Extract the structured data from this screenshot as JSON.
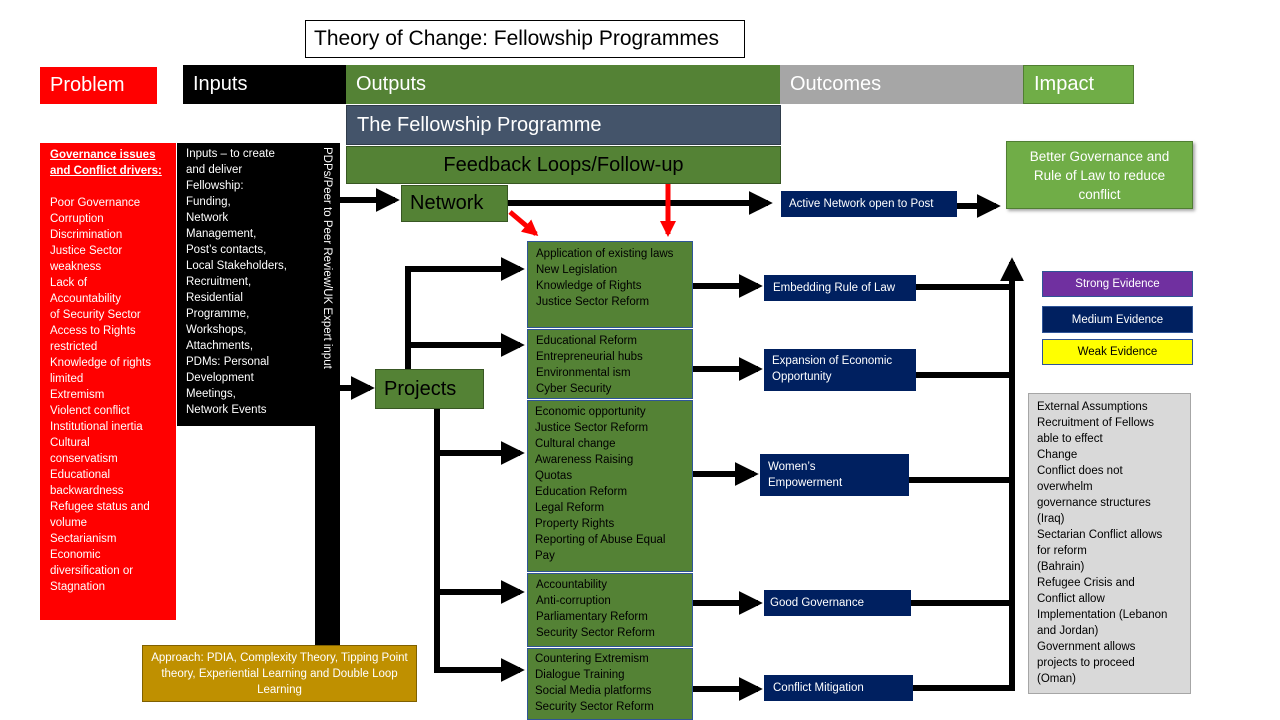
{
  "title": "Theory of Change: Fellowship Programmes",
  "headers": {
    "problem": "Problem",
    "inputs": "Inputs",
    "outputs": "Outputs",
    "outcomes": "Outcomes",
    "impact": "Impact"
  },
  "programme": "The Fellowship Programme",
  "feedback": "Feedback Loops/Follow-up",
  "problem_box": {
    "heading_1": "Governance issues",
    "heading_2": "and Conflict drivers:",
    "items": [
      "Poor Governance",
      "Corruption",
      "Discrimination",
      "Justice Sector",
      "weakness",
      "Lack of",
      "Accountability",
      "of Security Sector",
      "Access to Rights",
      "restricted",
      "Knowledge of rights",
      "limited",
      "Extremism",
      "Violenct conflict",
      "Institutional inertia",
      "Cultural",
      "conservatism",
      "Educational",
      "backwardness",
      "Refugee status and",
      "volume",
      "Sectarianism",
      "Economic",
      "diversification or",
      "Stagnation"
    ]
  },
  "inputs_box": {
    "items": [
      "Inputs – to create",
      "and deliver",
      "Fellowship:",
      "Funding,",
      "Network",
      "Management,",
      "Post’s contacts,",
      "Local Stakeholders,",
      "Recruitment,",
      "Residential",
      "Programme,",
      "Workshops,",
      "Attachments,",
      " PDMs: Personal",
      "Development",
      "Meetings,",
      "Network Events"
    ]
  },
  "vertical_label": "PDPs/Peer to Peer Review/UK Expert input",
  "network": "Network",
  "projects": "Projects",
  "output_groups": [
    [
      "Application of existing laws",
      "New Legislation",
      "Knowledge of Rights",
      "Justice Sector Reform"
    ],
    [
      "Educational Reform",
      "Entrepreneurial hubs",
      "Environmental ism",
      "Cyber Security"
    ],
    [
      "Economic opportunity",
      "Justice Sector Reform",
      "Cultural change",
      "Awareness Raising",
      "Quotas",
      "Education Reform",
      "Legal Reform",
      "Property Rights",
      "Reporting of Abuse Equal",
      "Pay"
    ],
    [
      "Accountability",
      "Anti-corruption",
      "Parliamentary Reform",
      "Security Sector Reform"
    ],
    [
      "Countering Extremism",
      "Dialogue Training",
      "Social Media platforms",
      "Security Sector Reform"
    ]
  ],
  "outcomes": {
    "network": "Active Network open to Post",
    "o1": "Embedding Rule of Law",
    "o2": "Expansion of Economic Opportunity",
    "o3": "Women’s Empowerment",
    "o4": "Good Governance",
    "o5": "Conflict Mitigation"
  },
  "impact_box": "Better Governance and Rule of Law to reduce conflict",
  "legend": {
    "strong": "Strong Evidence",
    "medium": "Medium Evidence",
    "weak": "Weak Evidence"
  },
  "assumptions": [
    "External Assumptions",
    "Recruitment of Fellows",
    "able to effect",
    "Change",
    "Conflict does not",
    "overwhelm",
    "governance structures",
    "(Iraq)",
    "Sectarian Conflict allows",
    "for reform",
    "(Bahrain)",
    "Refugee  Crisis and",
    "Conflict allow",
    "Implementation (Lebanon",
    "and Jordan)",
    "Government allows",
    "projects to proceed",
    "(Oman)"
  ],
  "approach": "Approach: PDIA, Complexity Theory, Tipping Point theory, Experiential Learning and Double Loop Learning",
  "colors": {
    "problem": "#ff0000",
    "inputs": "#000000",
    "outputs": "#548235",
    "outcomes": "#a6a6a6",
    "impact": "#70ad47",
    "programme": "#44546a",
    "navy": "#002060",
    "strong": "#7030a0",
    "weak": "#ffff00",
    "approach": "#bf9000"
  }
}
